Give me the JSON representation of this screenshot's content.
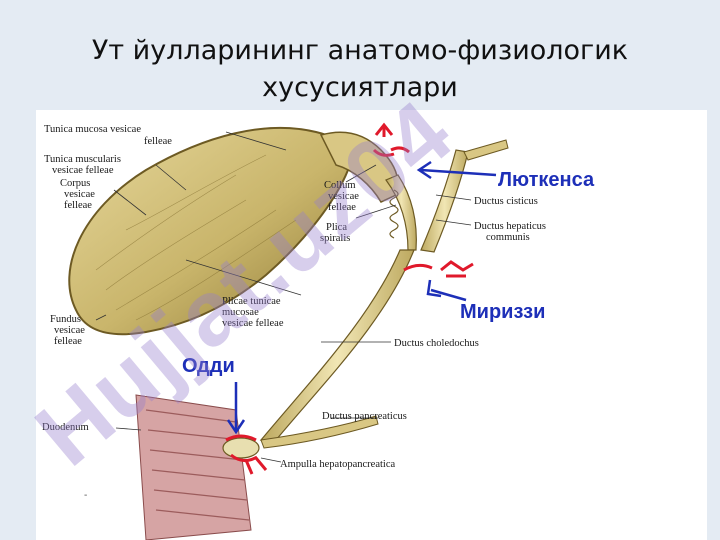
{
  "slide": {
    "title_line1": "Ут йулларининг  анатомо-физиологик",
    "title_line2": "хусусиятлари"
  },
  "diagram": {
    "labels": {
      "tunica_mucosa_1": "Tunica mucosa vesicae",
      "tunica_mucosa_2": "felleae",
      "tunica_muscularis_1": "Tunica muscularis",
      "tunica_muscularis_2": "vesicae felleae",
      "corpus_1": "Corpus",
      "corpus_2": "vesicae",
      "corpus_3": "felleae",
      "collum_1": "Collum",
      "collum_2": "vesicae",
      "collum_3": "felleae",
      "plica_1": "Plica",
      "plica_2": "spiralis",
      "ductus_cisticus": "Ductus cisticus",
      "ductus_hepaticus_1": "Ductus hepaticus",
      "ductus_hepaticus_2": "communis",
      "plicae_1": "Plicae tunicae",
      "plicae_2": "mucosae",
      "plicae_3": "vesicae felleae",
      "fundus_1": "Fundus",
      "fundus_2": "vesicae",
      "fundus_3": "felleae",
      "ductus_choledochus": "Ductus choledochus",
      "ductus_pancreaticus": "Ductus pancreaticus",
      "duodenum": "Duodenum",
      "ampulla": "Ampulla hepatopancreatica"
    },
    "sphincters": {
      "lutkens": "Люткенса",
      "mirizzi": "Мириззи",
      "oddi": "Одди"
    },
    "watermark": "Hujjat.uz04",
    "colors": {
      "organ_fill": "#d8c98a",
      "organ_stroke": "#6d5a23",
      "sphincter_red": "#e0192b",
      "arrow_blue": "#1d2fb8",
      "watermark": "#b09ad8"
    }
  }
}
